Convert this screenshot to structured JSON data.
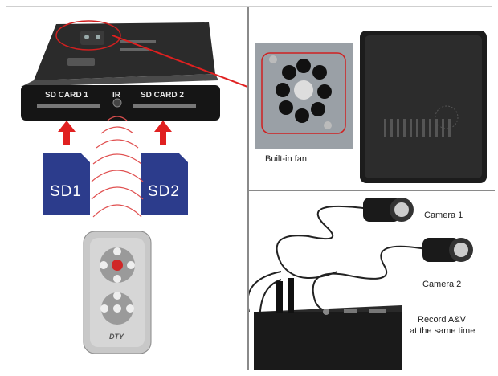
{
  "left_panel": {
    "slot1_label": "SD CARD 1",
    "ir_label": "IR",
    "slot2_label": "SD CARD 2",
    "card1_text": "SD1",
    "card2_text": "SD2",
    "arrow_color": "#e02020",
    "card_color": "#2c3c8c"
  },
  "top_right": {
    "fan_caption": "Built-in fan"
  },
  "bottom_right": {
    "camera1_label": "Camera 1",
    "camera2_label": "Camera 2",
    "record_line1": "Record A&V",
    "record_line2": "at the same time"
  },
  "watermark": "DTY"
}
